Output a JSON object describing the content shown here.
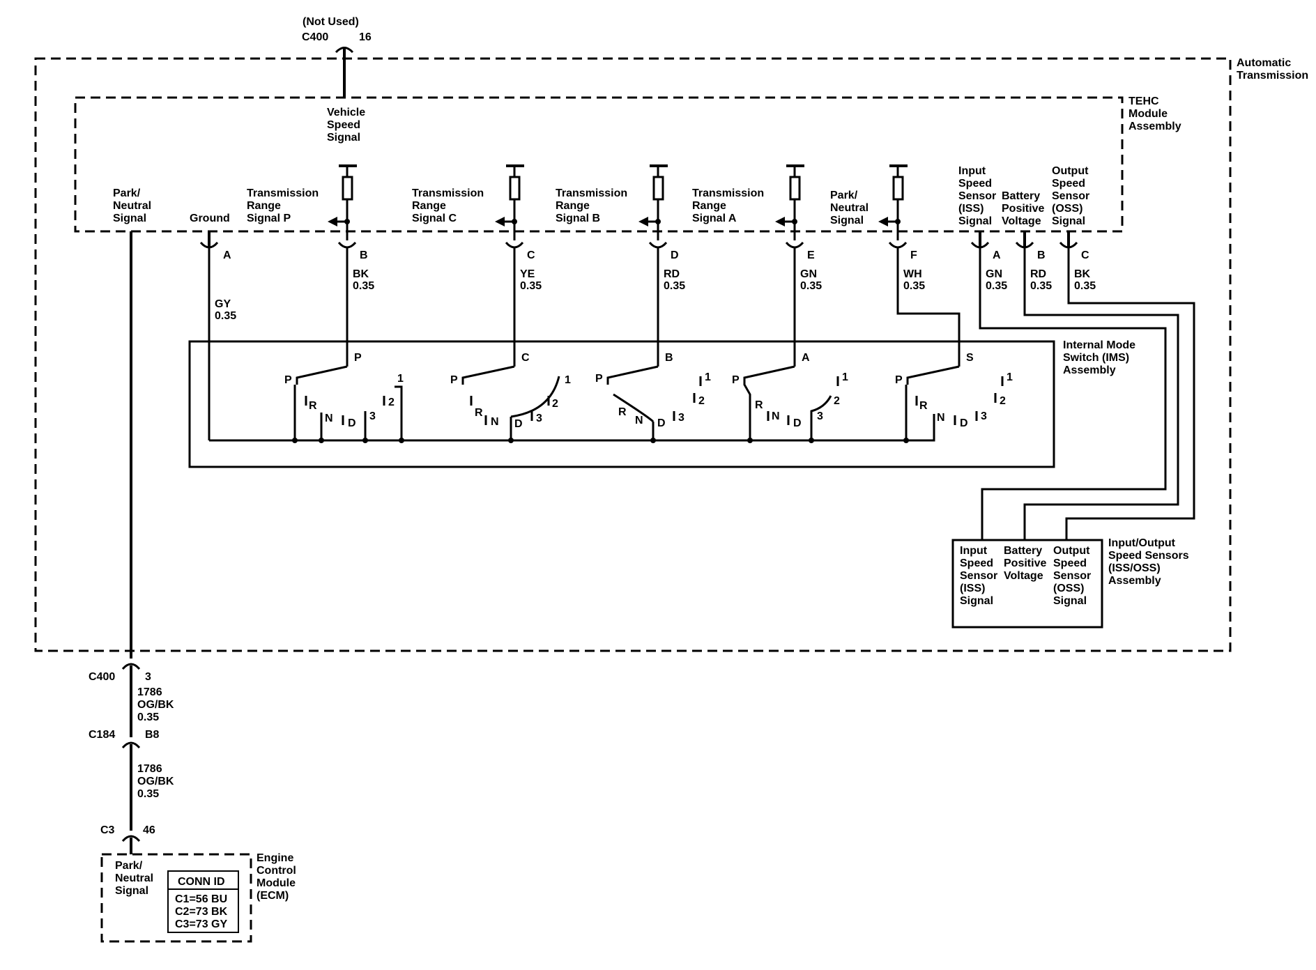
{
  "labels": {
    "not_used": "(Not Used)",
    "c400_top": "C400",
    "c400_top_pin": "16",
    "automatic_transmission": [
      "Automatic",
      "Transmission"
    ],
    "tehc_module": [
      "TEHC",
      "Module",
      "Assembly"
    ],
    "vehicle_speed_signal": [
      "Vehicle",
      "Speed",
      "Signal"
    ],
    "park_neutral_left": [
      "Park/",
      "Neutral",
      "Signal"
    ],
    "ground": "Ground",
    "trs_p": [
      "Transmission",
      "Range",
      "Signal P"
    ],
    "trs_c": [
      "Transmission",
      "Range",
      "Signal C"
    ],
    "trs_b": [
      "Transmission",
      "Range",
      "Signal B"
    ],
    "trs_a": [
      "Transmission",
      "Range",
      "Signal A"
    ],
    "park_neutral_right": [
      "Park/",
      "Neutral",
      "Signal"
    ],
    "iss_signal_top": [
      "Input",
      "Speed",
      "Sensor",
      "(ISS)",
      "Signal"
    ],
    "battery_positive_top": [
      "Battery",
      "Positive",
      "Voltage"
    ],
    "oss_signal_top": [
      "Output",
      "Speed",
      "Sensor",
      "(OSS)",
      "Signal"
    ],
    "ims": [
      "Internal Mode",
      "Switch (IMS)",
      "Assembly"
    ],
    "iss_oss_assembly": [
      "Input/Output",
      "Speed Sensors",
      "(ISS/OSS)",
      "Assembly"
    ],
    "iss_signal_box": [
      "Input",
      "Speed",
      "Sensor",
      "(ISS)",
      "Signal"
    ],
    "battery_positive_box": [
      "Battery",
      "Positive",
      "Voltage"
    ],
    "oss_signal_box": [
      "Output",
      "Speed",
      "Sensor",
      "(OSS)",
      "Signal"
    ],
    "ecm": [
      "Engine",
      "Control",
      "Module",
      "(ECM)"
    ],
    "ecm_park_neutral": [
      "Park/",
      "Neutral",
      "Signal"
    ],
    "conn_id_title": "CONN ID",
    "conn_id_rows": [
      "C1=56 BU",
      "C2=73 BK",
      "C3=73 GY"
    ]
  },
  "pins_left": [
    {
      "pin": "A",
      "color": "GY",
      "gauge": "0.35"
    },
    {
      "pin": "B",
      "color": "BK",
      "gauge": "0.35"
    },
    {
      "pin": "C",
      "color": "YE",
      "gauge": "0.35"
    },
    {
      "pin": "D",
      "color": "RD",
      "gauge": "0.35"
    },
    {
      "pin": "E",
      "color": "GN",
      "gauge": "0.35"
    },
    {
      "pin": "F",
      "color": "WH",
      "gauge": "0.35"
    }
  ],
  "pins_right": [
    {
      "pin": "A",
      "color": "GN",
      "gauge": "0.35"
    },
    {
      "pin": "B",
      "color": "RD",
      "gauge": "0.35"
    },
    {
      "pin": "C",
      "color": "BK",
      "gauge": "0.35"
    }
  ],
  "ims_switches": [
    {
      "common": "P",
      "contacts": [
        "P",
        "R",
        "N",
        "D",
        "3",
        "2",
        "1"
      ]
    },
    {
      "common": "C",
      "contacts": [
        "P",
        "R",
        "N",
        "D",
        "3",
        "2",
        "1"
      ]
    },
    {
      "common": "B",
      "contacts": [
        "P",
        "R",
        "N",
        "D",
        "3",
        "2",
        "1"
      ]
    },
    {
      "common": "A",
      "contacts": [
        "P",
        "R",
        "N",
        "D",
        "3",
        "2",
        "1"
      ]
    },
    {
      "common": "S",
      "contacts": [
        "P",
        "R",
        "N",
        "D",
        "3",
        "2",
        "1"
      ]
    }
  ],
  "lower_harness": {
    "c400": {
      "connector": "C400",
      "pin": "3",
      "circuit": "1786",
      "color": "OG/BK",
      "gauge": "0.35"
    },
    "c184": {
      "connector": "C184",
      "pin": "B8",
      "circuit": "1786",
      "color": "OG/BK",
      "gauge": "0.35"
    },
    "c3": {
      "connector": "C3",
      "pin": "46"
    }
  }
}
